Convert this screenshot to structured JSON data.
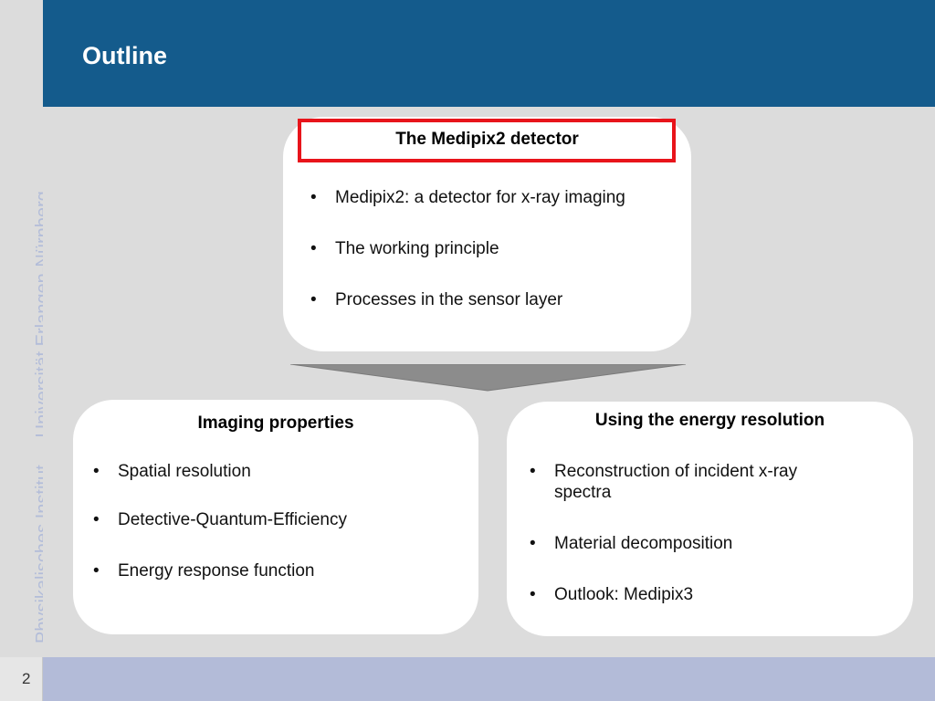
{
  "header": {
    "title": "Outline"
  },
  "sidebar": {
    "institute": "Physikalisches Institut",
    "university": "Universität Erlangen-Nürnberg"
  },
  "footer": {
    "page_number": "2"
  },
  "top_box": {
    "title": "The Medipix2 detector",
    "items": [
      "Medipix2: a detector for x-ray imaging",
      "The working principle",
      "Processes in the sensor layer"
    ]
  },
  "left_box": {
    "title": "Imaging properties",
    "items": [
      "Spatial resolution",
      "Detective-Quantum-Efficiency",
      "Energy response function"
    ]
  },
  "right_box": {
    "title": "Using the energy resolution",
    "items": [
      "Reconstruction of incident x-ray spectra",
      "Material decomposition",
      "Outlook: Medipix3"
    ]
  },
  "colors": {
    "header_bg": "#145b8c",
    "highlight_border": "#e8141b",
    "footer_bar": "#b3bbd8",
    "sidebar_text": "#b3bdd9",
    "funnel": "#8c8c8c"
  }
}
